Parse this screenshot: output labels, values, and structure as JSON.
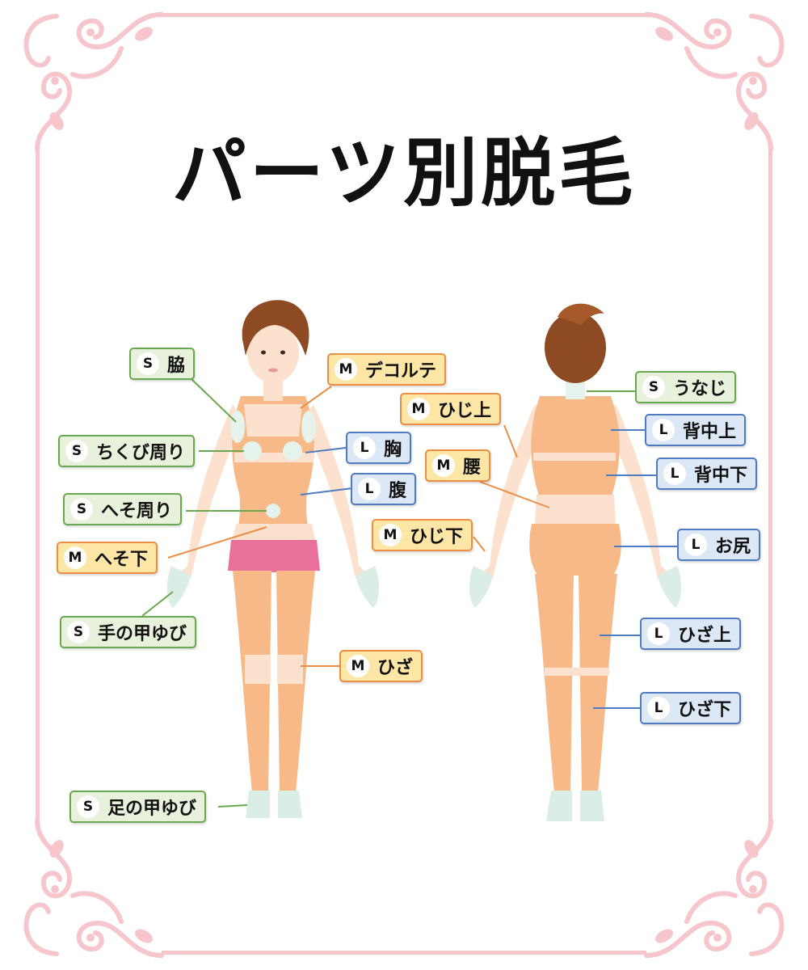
{
  "title": "パーツ別脱毛",
  "colors": {
    "frame": "#f6c6cc",
    "S": "#6aa84f",
    "M": "#ec8f45",
    "L": "#4f7bc2",
    "skin": "#f7b987",
    "skin_light": "#fde1cf",
    "shorts": "#e9709a",
    "hair": "#8e4b23"
  },
  "labels": [
    {
      "id": "waki",
      "size": "S",
      "text": "脇"
    },
    {
      "id": "decollete",
      "size": "M",
      "text": "デコルテ"
    },
    {
      "id": "chikubi",
      "size": "S",
      "text": "ちくび周り"
    },
    {
      "id": "mune",
      "size": "L",
      "text": "胸"
    },
    {
      "id": "heso-mawari",
      "size": "S",
      "text": "へそ周り"
    },
    {
      "id": "hara",
      "size": "L",
      "text": "腹"
    },
    {
      "id": "heso-shita",
      "size": "M",
      "text": "へそ下"
    },
    {
      "id": "te-no-kou",
      "size": "S",
      "text": "手の甲ゆび"
    },
    {
      "id": "hiza-front",
      "size": "M",
      "text": "ひざ"
    },
    {
      "id": "ashi-no-kou",
      "size": "S",
      "text": "足の甲ゆび"
    },
    {
      "id": "unaji",
      "size": "S",
      "text": "うなじ"
    },
    {
      "id": "hiji-ue",
      "size": "M",
      "text": "ひじ上"
    },
    {
      "id": "senaka-ue",
      "size": "L",
      "text": "背中上"
    },
    {
      "id": "koshi",
      "size": "M",
      "text": "腰"
    },
    {
      "id": "senaka-shita",
      "size": "L",
      "text": "背中下"
    },
    {
      "id": "hiji-shita",
      "size": "M",
      "text": "ひじ下"
    },
    {
      "id": "oshiri",
      "size": "L",
      "text": "お尻"
    },
    {
      "id": "hiza-ue",
      "size": "L",
      "text": "ひざ上"
    },
    {
      "id": "hiza-shita",
      "size": "L",
      "text": "ひざ下"
    }
  ]
}
